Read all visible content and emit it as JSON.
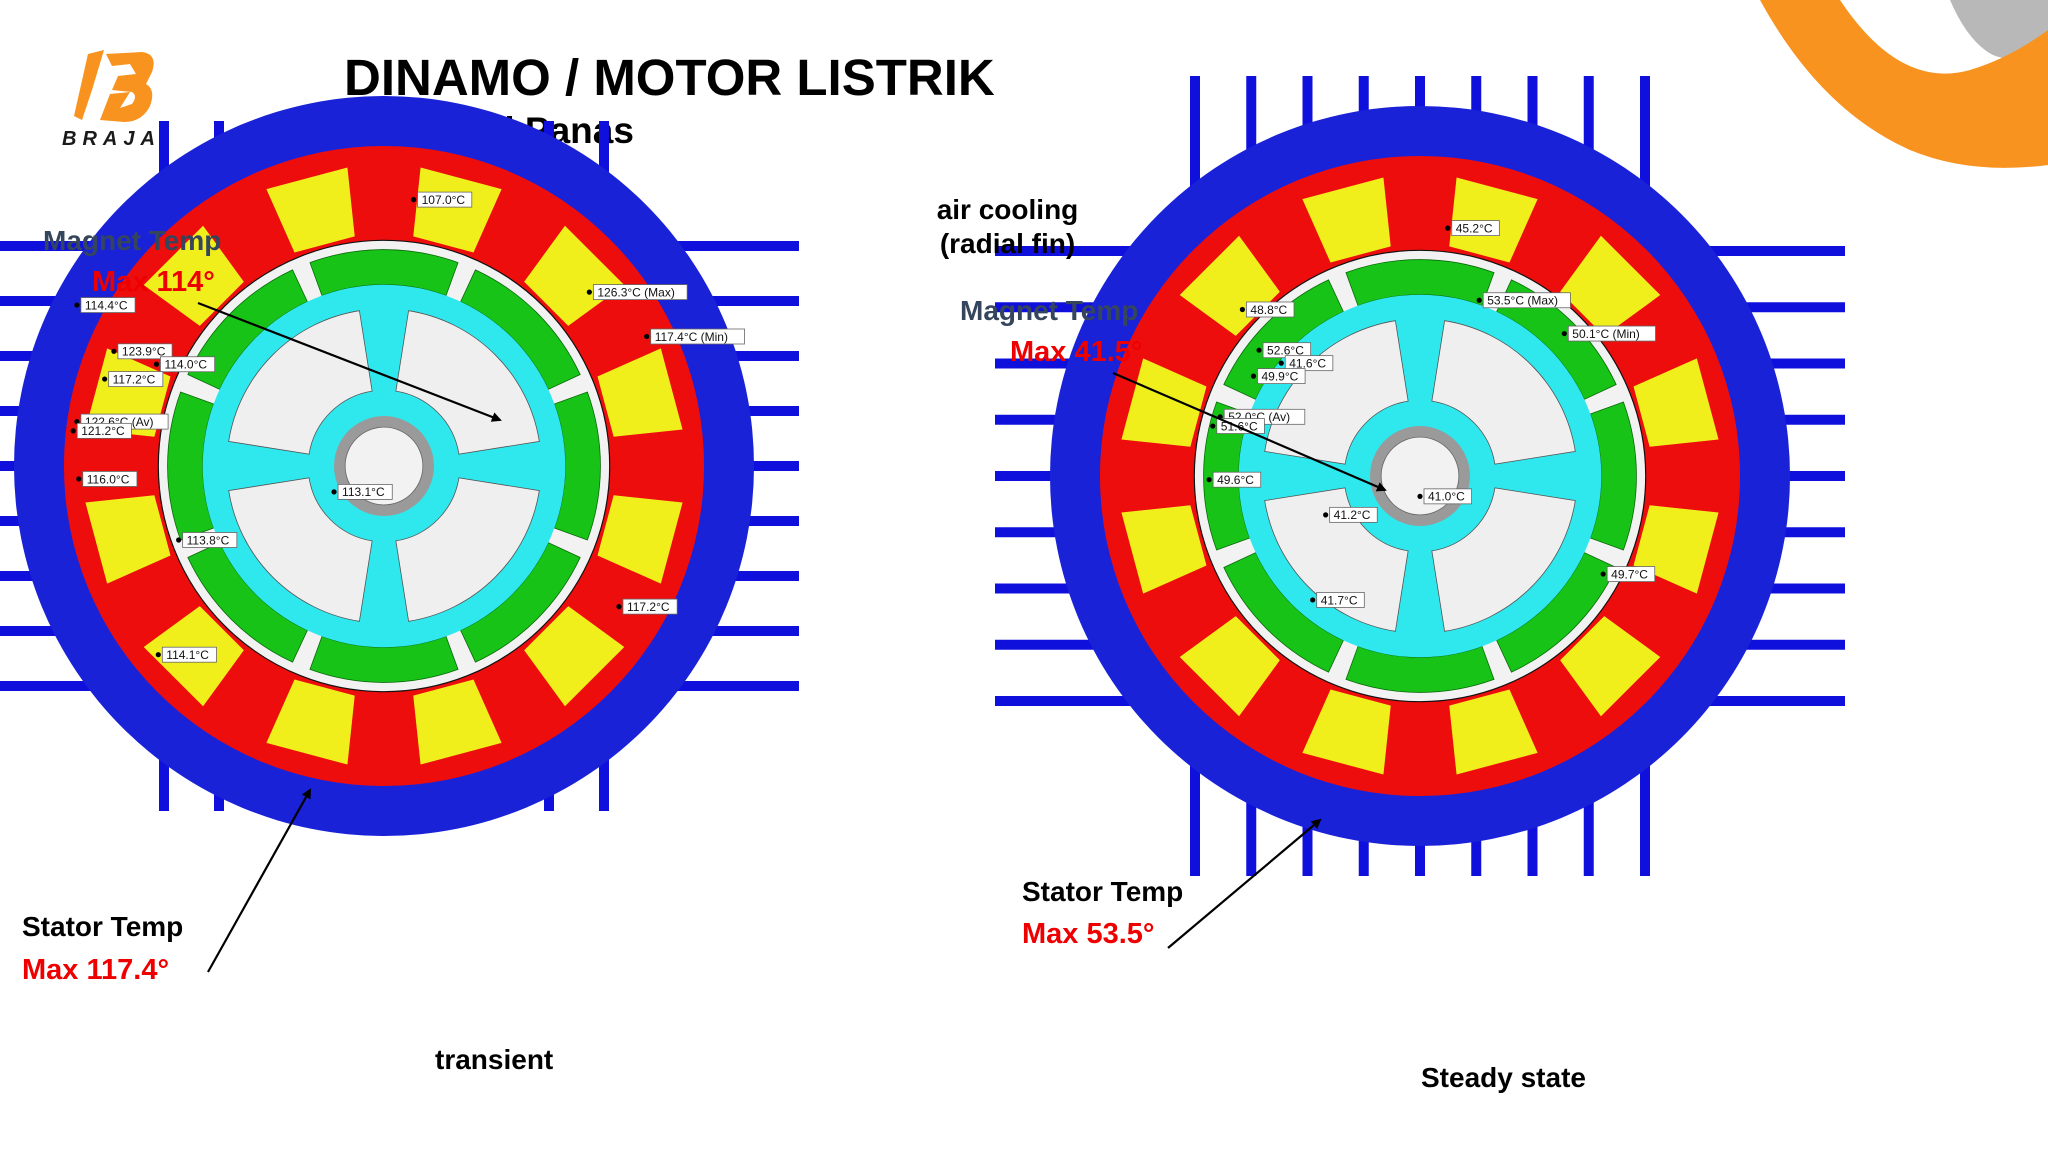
{
  "header": {
    "title": "DINAMO / MOTOR LISTRIK",
    "subtitle": "Distribusi Panas",
    "brand": "BRAJA"
  },
  "colors": {
    "fin": "#1010dd",
    "housing": "#1a22d8",
    "stator": "#ee0d0d",
    "winding": "#f0ef1c",
    "magnet": "#16c316",
    "rotor": "#2ee8ee",
    "rotor_cutout": "#efefef",
    "shaft": "#9a9a9a",
    "highlight": "#ee0000",
    "brand_orange": "#f7931e"
  },
  "transient": {
    "caption": "transient",
    "magnet_title": "Magnet Temp",
    "magnet_max": "Max 114°",
    "stator_title": "Stator Temp",
    "stator_max": "Max 117.4°",
    "probes": {
      "housing": "107.0°C",
      "max": "126.3°C (Max)",
      "min": "117.4°C (Min)",
      "w1": "114.4°C",
      "p1": "123.9°C",
      "p2": "114.0°C",
      "p3": "117.2°C",
      "av": "122.6°C (Av)",
      "p4": "121.2°C",
      "p5": "116.0°C",
      "shaft": "113.1°C",
      "rotor": "113.8°C",
      "p6": "117.2°C",
      "p7": "114.1°C"
    }
  },
  "steady": {
    "caption": "Steady state",
    "cooling": "air cooling\n(radial fin)",
    "cooling_line1": "air cooling",
    "cooling_line2": "(radial fin)",
    "magnet_title": "Magnet Temp",
    "magnet_max": "Max 41.5°",
    "stator_title": "Stator Temp",
    "stator_max": "Max 53.5°",
    "probes": {
      "housing": "45.2°C",
      "max": "53.5°C (Max)",
      "min": "50.1°C (Min)",
      "w1": "48.8°C",
      "p1": "52.6°C",
      "p2": "41.6°C",
      "p3": "49.9°C",
      "av": "52.0°C (Av)",
      "p4": "51.6°C",
      "p5": "49.6°C",
      "shaft": "41.0°C",
      "rotor": "41.2°C",
      "p6": "49.7°C",
      "p7": "41.7°C"
    }
  }
}
